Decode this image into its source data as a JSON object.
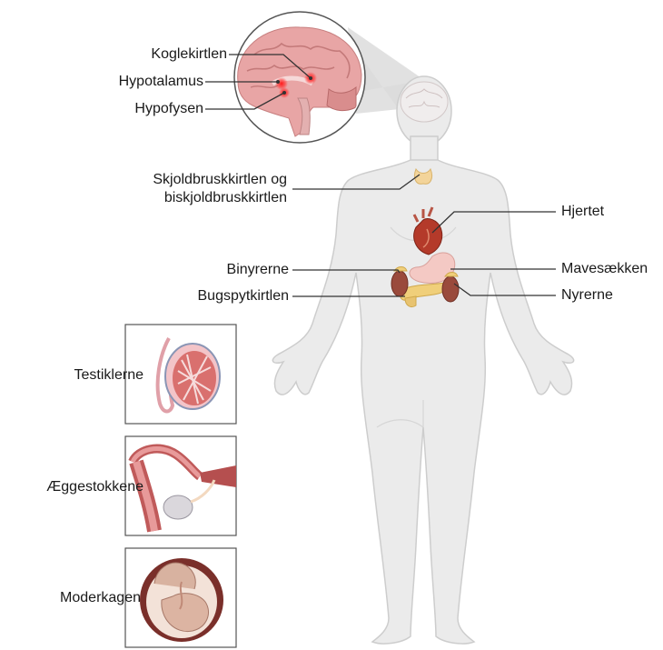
{
  "labels": {
    "koglekirtlen": "Koglekirtlen",
    "hypotalamus": "Hypotalamus",
    "hypofysen": "Hypofysen",
    "skjold_line1": "Skjoldbruskkirtlen og",
    "skjold_line2": "biskjoldbruskkirtlen",
    "hjertet": "Hjertet",
    "binyrerne": "Binyrerne",
    "mavesaekken": "Mavesækken",
    "bugspytkirtlen": "Bugspytkirtlen",
    "nyrerne": "Nyrerne",
    "testiklerne": "Testiklerne",
    "aeggestokkene": "Æggestokkene",
    "moderkagen": "Moderkagen"
  },
  "colors": {
    "body_fill": "#ebebeb",
    "body_stroke": "#cfcfcf",
    "leader": "#333333",
    "brain": "#e8a5a5",
    "gland_highlight": "#ff2a2a",
    "thyroid": "#f3d49a",
    "heart": "#b43a2a",
    "stomach": "#f4c9c4",
    "kidney": "#9a4a3c",
    "pancreas": "#f0cf7a"
  }
}
